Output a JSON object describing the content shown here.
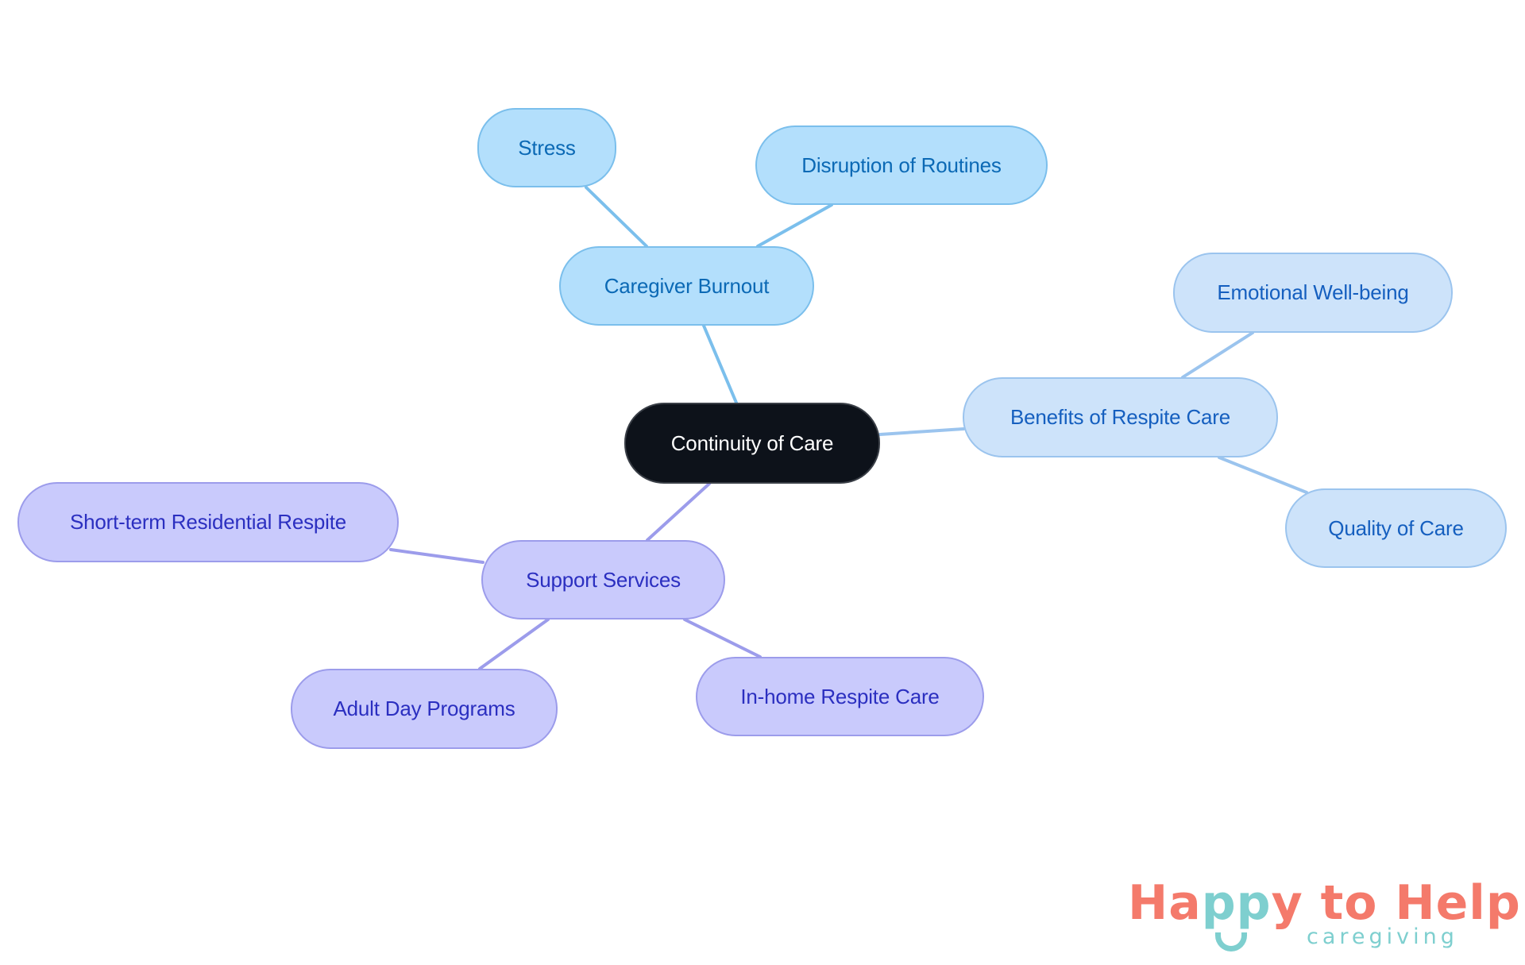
{
  "diagram": {
    "type": "mind-map",
    "root": {
      "label": "Continuity of Care"
    },
    "branches": [
      {
        "label": "Caregiver Burnout",
        "color": "#b3dffc",
        "edge_color": "#7bbfec",
        "children": [
          {
            "label": "Stress"
          },
          {
            "label": "Disruption of Routines"
          }
        ]
      },
      {
        "label": "Benefits of Respite Care",
        "color": "#cde3fa",
        "edge_color": "#9bc4ee",
        "children": [
          {
            "label": "Emotional Well-being"
          },
          {
            "label": "Quality of Care"
          }
        ]
      },
      {
        "label": "Support Services",
        "color": "#c9cafc",
        "edge_color": "#9c9ceb",
        "children": [
          {
            "label": "Short-term Residential Respite"
          },
          {
            "label": "Adult Day Programs"
          },
          {
            "label": "In-home Respite Care"
          }
        ]
      }
    ]
  },
  "logo": {
    "part1": "Ha",
    "part2": "pp",
    "part3": "y to Help",
    "subtitle": "caregiving",
    "colors": {
      "primary": "#f47a6b",
      "secondary": "#7ecfcf"
    }
  }
}
